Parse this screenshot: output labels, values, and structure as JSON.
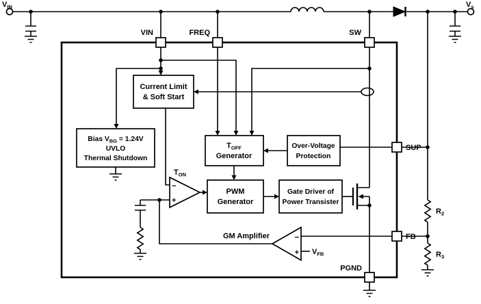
{
  "colors": {
    "line": "#000000",
    "background": "#ffffff",
    "block_fill": "#ffffff"
  },
  "terminals": {
    "vin": {
      "main": "V",
      "sub": "IN"
    },
    "vs": {
      "main": "V",
      "sub": "s"
    }
  },
  "pins": {
    "vin": "VIN",
    "freq": "FREQ",
    "sw": "SW",
    "sup": "SUP",
    "fb": "FB",
    "pgnd": "PGND"
  },
  "blocks": {
    "current_limit": {
      "line1": "Current Limit",
      "line2": "& Soft Start"
    },
    "bias": {
      "line1_main": "Bias V",
      "line1_sub": "BG",
      "line1_rest": " = 1.24V",
      "line2": "UVLO",
      "line3": "Thermal Shutdown"
    },
    "toff_generator": {
      "line1_main": "T",
      "line1_sub": "OFF",
      "line2": "Generator"
    },
    "over_voltage": {
      "line1": "Over-Voltage",
      "line2": "Protection"
    },
    "pwm_generator": {
      "line1": "PWM",
      "line2": "Generator"
    },
    "gate_driver": {
      "line1": "Gate Driver of",
      "line2": "Power Transister"
    }
  },
  "amplifiers": {
    "ton_comparator": {
      "label_main": "T",
      "label_sub": "ON",
      "minus": "−",
      "plus": "+"
    },
    "gm_amplifier": {
      "label": "GM Amplifier",
      "minus": "−",
      "plus": "+",
      "vref_main": "V",
      "vref_sub": "FB"
    }
  },
  "resistors": {
    "r2": {
      "main": "R",
      "sub": "2"
    },
    "r3": {
      "main": "R",
      "sub": "3"
    }
  }
}
